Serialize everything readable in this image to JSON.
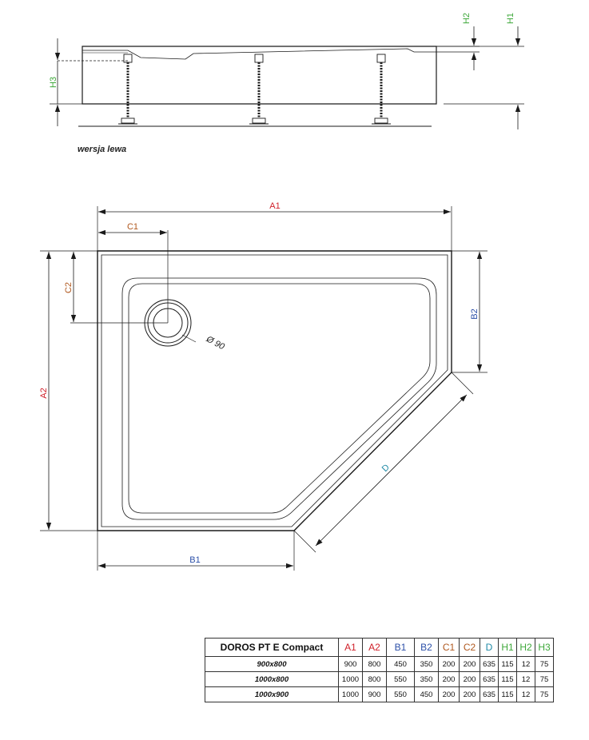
{
  "labels": {
    "h1": "H1",
    "h2": "H2",
    "h3": "H3",
    "a1": "A1",
    "a2": "A2",
    "b1": "B1",
    "b2": "B2",
    "c1": "C1",
    "c2": "C2",
    "d": "D",
    "drain": "Ø 90"
  },
  "caption": "wersja lewa",
  "colors": {
    "a": "#d0202a",
    "b": "#2b4fa8",
    "c": "#b0581e",
    "d": "#1f8aa6",
    "h": "#3ea83a",
    "line": "#1a1a1a"
  },
  "table": {
    "model": "DOROS PT E Compact",
    "headers": [
      "A1",
      "A2",
      "B1",
      "B2",
      "C1",
      "C2",
      "D",
      "H1",
      "H2",
      "H3"
    ],
    "header_colors": [
      "#d0202a",
      "#d0202a",
      "#2b4fa8",
      "#2b4fa8",
      "#b0581e",
      "#b0581e",
      "#1f8aa6",
      "#3ea83a",
      "#3ea83a",
      "#3ea83a"
    ],
    "rows": [
      {
        "size": "900x800",
        "values": [
          "900",
          "800",
          "450",
          "350",
          "200",
          "200",
          "635",
          "115",
          "12",
          "75"
        ]
      },
      {
        "size": "1000x800",
        "values": [
          "1000",
          "800",
          "550",
          "350",
          "200",
          "200",
          "635",
          "115",
          "12",
          "75"
        ]
      },
      {
        "size": "1000x900",
        "values": [
          "1000",
          "900",
          "550",
          "450",
          "200",
          "200",
          "635",
          "115",
          "12",
          "75"
        ]
      }
    ]
  }
}
